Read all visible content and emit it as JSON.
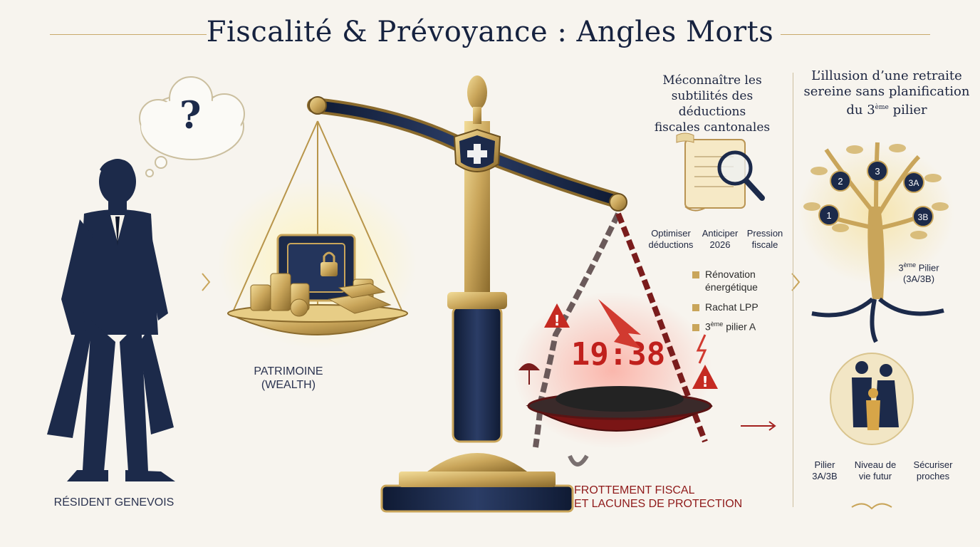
{
  "title": "Fiscalité & Prévoyance : Angles Morts",
  "question_mark": "?",
  "resident_label": "RÉSIDENT GENEVOIS",
  "patrimoine_label_1": "PATRIMOINE",
  "patrimoine_label_2": "(WEALTH)",
  "frottement_label_1": "FROTTEMENT FISCAL",
  "frottement_label_2": "ET LACUNES DE PROTECTION",
  "broken_clock": "19:38",
  "deductions_heading": [
    "Méconnaître les",
    "subtilités des déductions",
    "fiscales cantonales"
  ],
  "deduction_icons": [
    {
      "l1": "Optimiser",
      "l2": "déductions"
    },
    {
      "l1": "Anticiper",
      "l2": "2026"
    },
    {
      "l1": "Pression",
      "l2": "fiscale"
    }
  ],
  "bullets": [
    {
      "pre": "Rénovation",
      "post": "énergétique",
      "sup": ""
    },
    {
      "pre": "Rachat LPP",
      "post": "",
      "sup": ""
    },
    {
      "pre": "3",
      "sup": "ème",
      "post": " pilier A"
    }
  ],
  "retraite_heading": {
    "l1": "L’illusion d’une retraite",
    "l2": "sereine sans planification",
    "l3_pre": "du 3",
    "l3_sup": "ème",
    "l3_post": " pilier"
  },
  "tree_nodes": [
    "2",
    "3",
    "3A",
    "1",
    "3B"
  ],
  "tree_label": {
    "pre": "3",
    "sup": "ème",
    "post": " Pilier",
    "l2": "(3A/3B)"
  },
  "bottom_items": [
    {
      "l1": "Pilier",
      "l2": "3A/3B"
    },
    {
      "l1": "Niveau de",
      "l2": "vie futur"
    },
    {
      "l1": "Sécuriser",
      "l2": "proches"
    }
  ],
  "colors": {
    "navy": "#1c2a4a",
    "gold": "#c9a55a",
    "red": "#a3201e",
    "background": "#f7f4ee"
  }
}
